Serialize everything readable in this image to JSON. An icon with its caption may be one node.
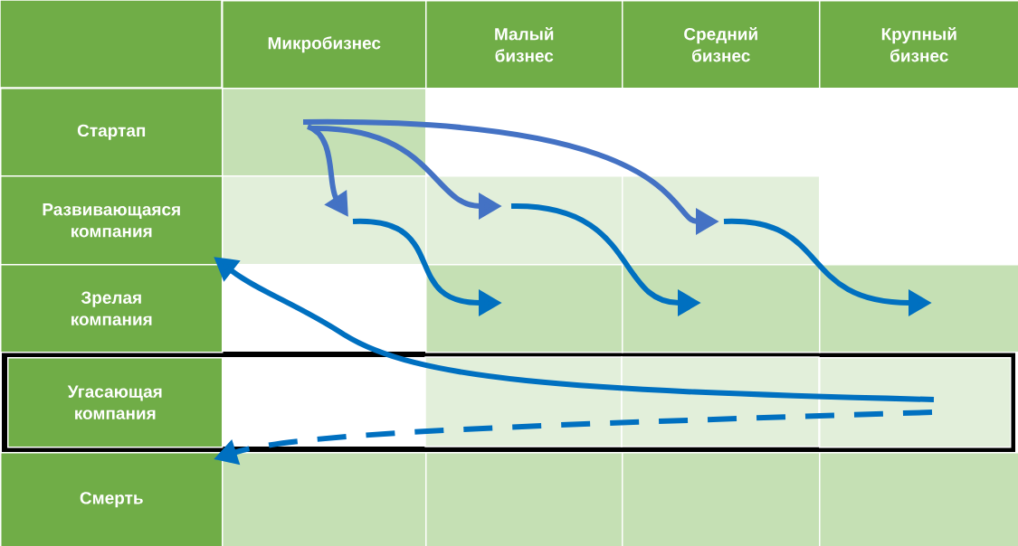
{
  "diagram": {
    "nodes": [
      {
        "text": [
          "Микробизнес"
        ]
      },
      {
        "text": [
          "Малый бизнес"
        ]
      },
      {
        "text": [
          "Средний бизнес"
        ]
      },
      {
        "text": [
          "Крупный бизнес"
        ]
      },
      {
        "text": [
          "Стартап"
        ]
      },
      {
        "text": [],
        "shape": "box"
      },
      {
        "text": [
          "Развивающаяся компания"
        ]
      },
      {
        "text": [],
        "shape": "box"
      },
      {
        "text": [],
        "shape": "box"
      },
      {
        "text": [],
        "shape": "box"
      },
      {
        "text": [
          "Зрелая компания"
        ]
      },
      {
        "text": [],
        "shape": "box"
      },
      {
        "text": [],
        "shape": "box"
      },
      {
        "text": [],
        "shape": "box"
      },
      {
        "text": [
          "Угасающая компания"
        ]
      },
      {
        "text": [],
        "shape": "box"
      },
      {
        "text": [
          "Смерть"
        ]
      },
      {
        "text": [],
        "shape": "box"
      },
      {
        "text": [],
        "shape": "box"
      },
      {
        "text": [],
        "shape": "box"
      },
      {
        "text": [],
        "shape": "box"
      }
    ],
    "edges": [
      {
        "from": 5,
        "to": 7,
        "arrow": "to",
        "color": "#4472c4"
      },
      {
        "from": 5,
        "to": 8,
        "arrow": "to",
        "color": "#4472c4"
      },
      {
        "from": 5,
        "to": 9,
        "arrow": "to",
        "color": "#4472c4"
      },
      {
        "from": 7,
        "to": 11,
        "arrow": "to"
      },
      {
        "from": 8,
        "to": 12,
        "arrow": "to"
      },
      {
        "from": 9,
        "to": 13,
        "arrow": "to"
      },
      {
        "from": 15,
        "to": 6,
        "arrow": "to"
      },
      {
        "from": 15,
        "to": 16,
        "arrow": "to",
        "style": "dashed"
      }
    ]
  }
}
